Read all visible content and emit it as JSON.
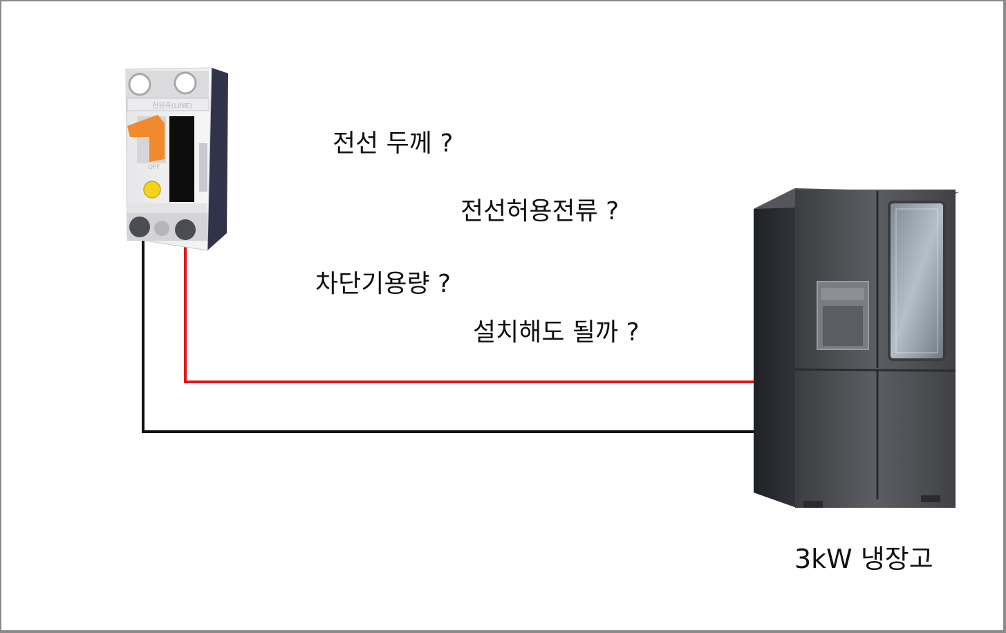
{
  "questions": {
    "wire_thickness": "전선 두께 ?",
    "allowable_current": "전선허용전류 ?",
    "breaker_capacity": "차단기용량 ?",
    "install_ok": "설치해도 될까 ?"
  },
  "breaker": {
    "line_label": "전원측(LINE)",
    "off_label": "OFF"
  },
  "appliance": {
    "label": "3kW 냉장고"
  },
  "colors": {
    "live_wire": "#e0141b",
    "neutral_wire": "#111111",
    "breaker_handle": "#f08a2c",
    "test_button": "#f2d51b"
  }
}
